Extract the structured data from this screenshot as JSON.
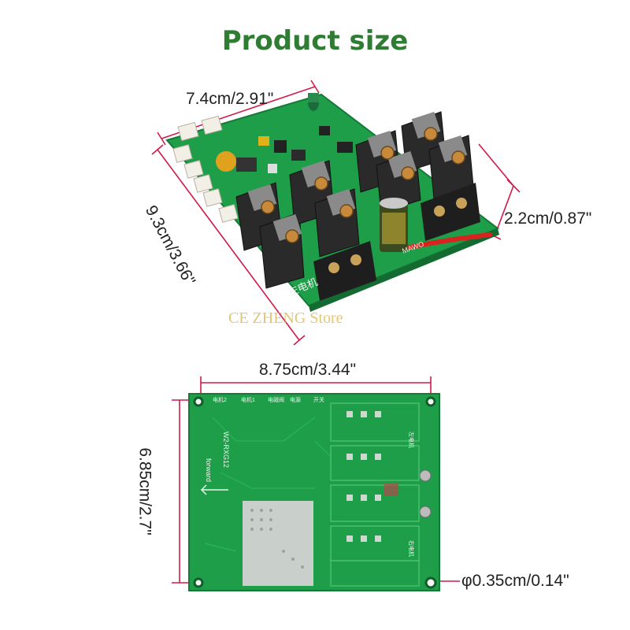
{
  "title": "Product size",
  "watermark": "CE ZHENG Store",
  "top_view": {
    "width_label": "7.4cm/2.91\"",
    "length_label": "9.3cm/3.66\"",
    "height_label": "2.2cm/0.87\"",
    "board_marking": "MAWO",
    "silk_text": "左电机"
  },
  "bottom_view": {
    "width_label": "8.75cm/3.44\"",
    "height_label": "6.85cm/2.7\"",
    "hole_label": "φ0.35cm/0.14\"",
    "model_text": "W2-RXG12",
    "forward_text": "forward",
    "silk_labels": [
      "电机2",
      "电机1",
      "电磁阀",
      "电源",
      "开关"
    ],
    "left_motor_text": "左电机",
    "right_motor_text": "右电机"
  },
  "colors": {
    "title": "#2e7d32",
    "pcb_green": "#1f9e4a",
    "dimension_line": "#d01a4a",
    "heatsink": "#2a2a2a",
    "watermark": "#d9b24a"
  }
}
